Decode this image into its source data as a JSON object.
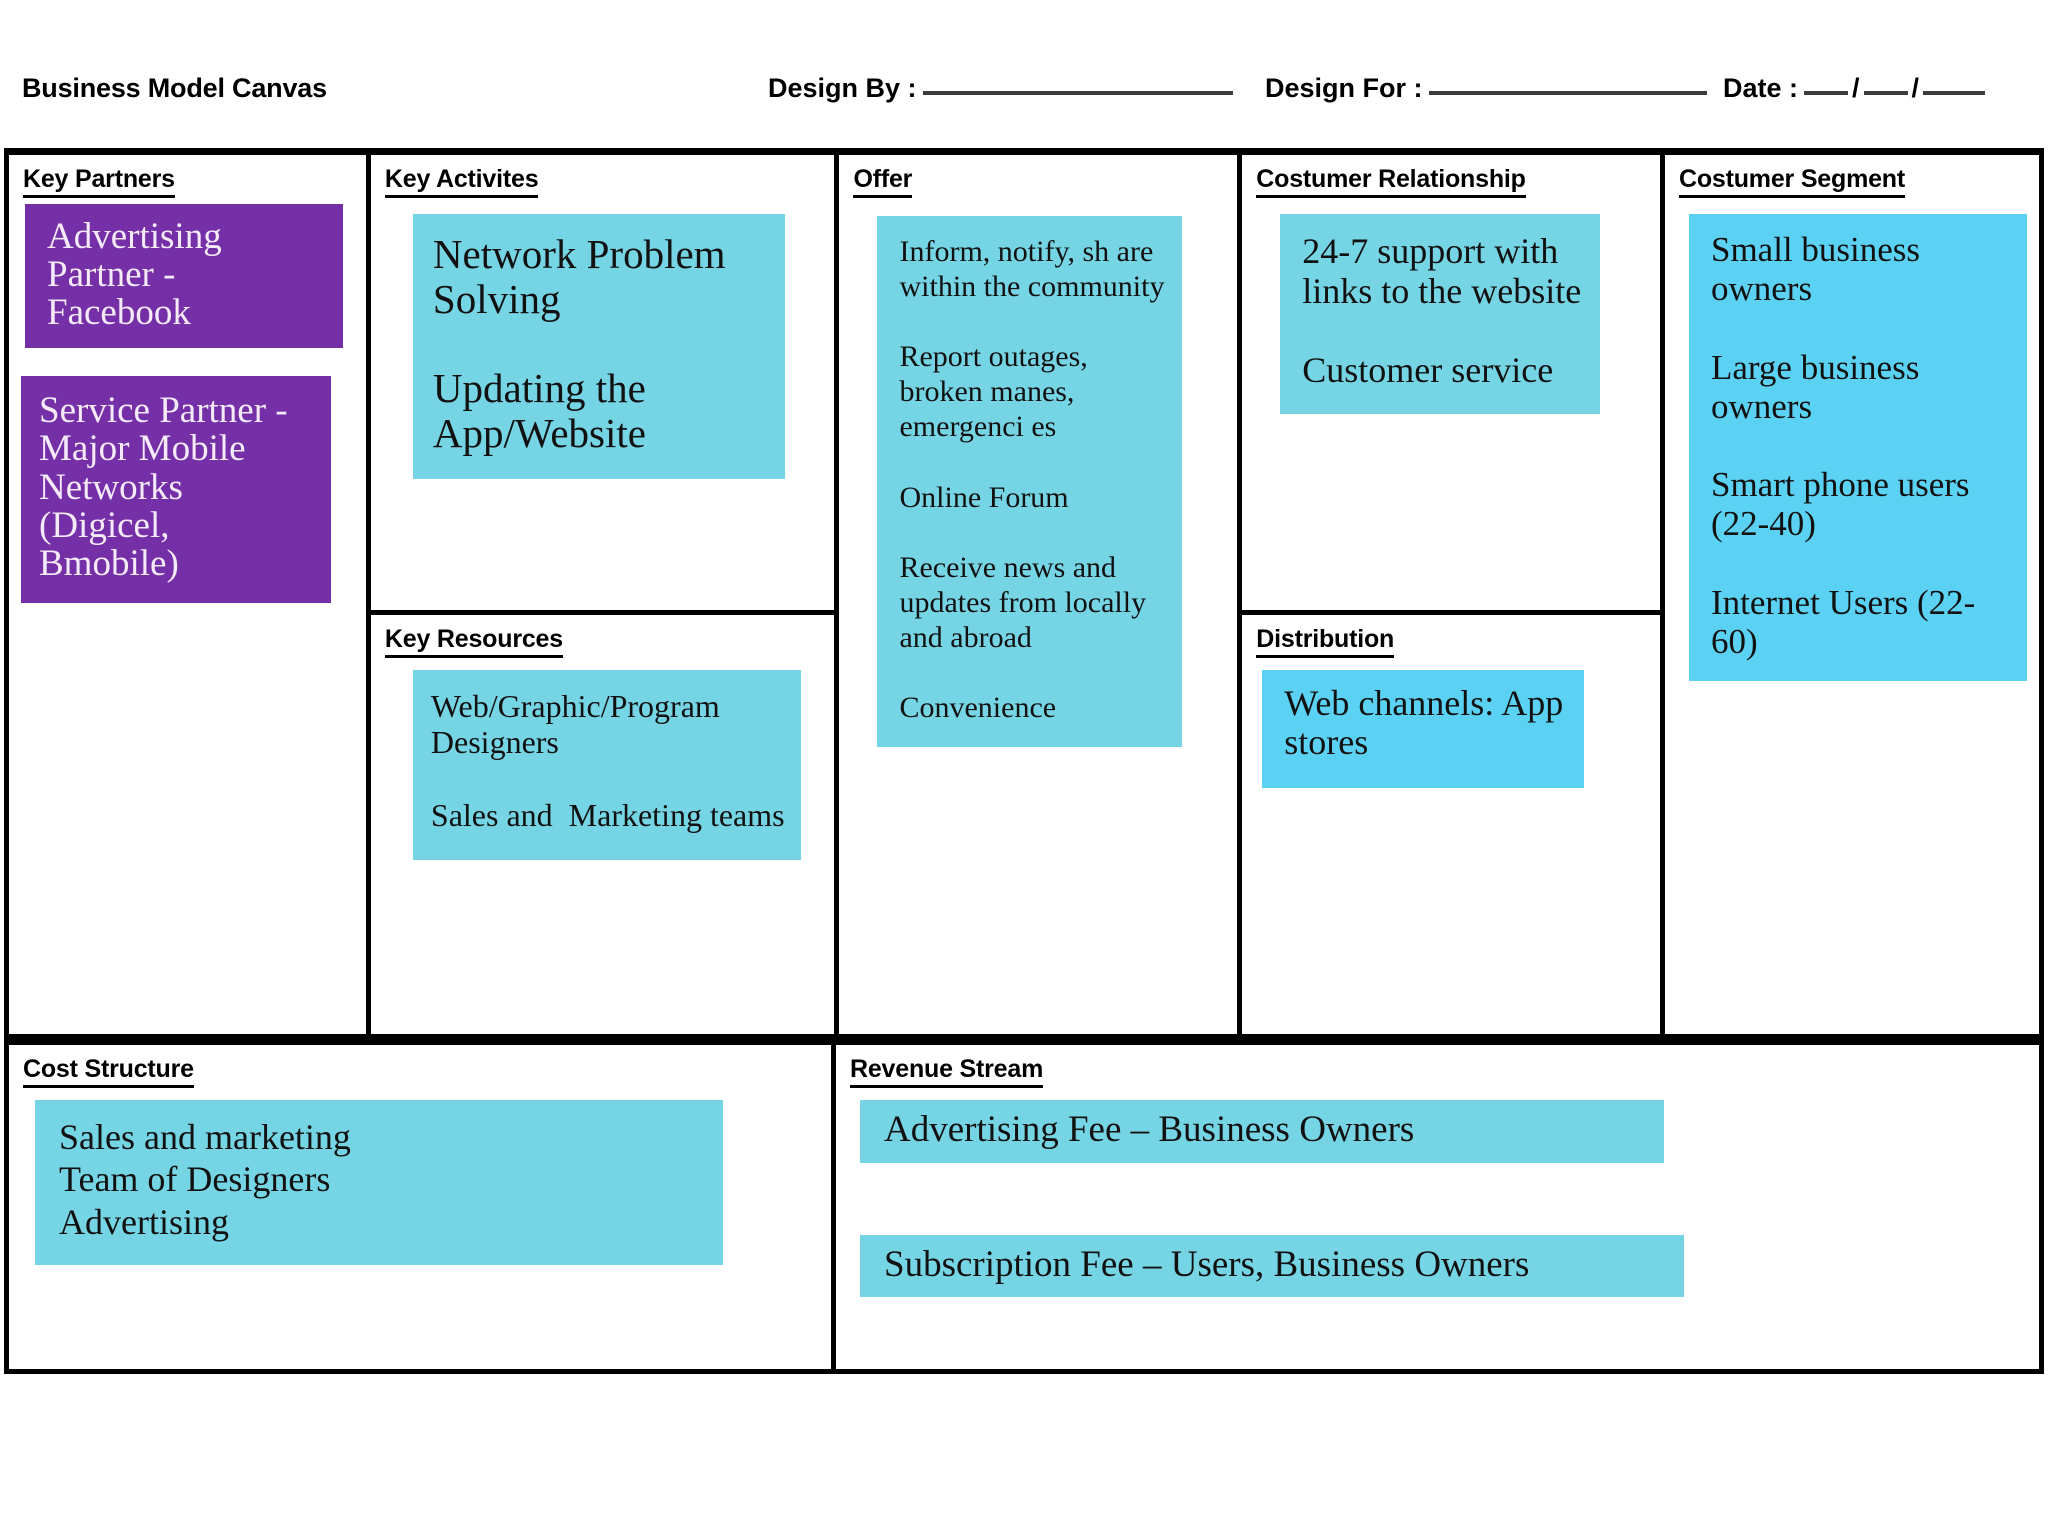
{
  "header": {
    "title": "Business Model Canvas",
    "design_by_label": "Design By :",
    "design_for_label": "Design For :",
    "date_label": "Date :",
    "date_separator": "/"
  },
  "blocks": {
    "key_partners": {
      "title": "Key Partners",
      "notes": [
        {
          "text": "Advertising Partner - Facebook",
          "color": "#7530a8"
        },
        {
          "text": "Service Partner - Major Mobile Networks (Digicel, Bmobile)",
          "color": "#7530a8"
        }
      ]
    },
    "key_activities": {
      "title": "Key Activites",
      "notes": [
        {
          "text": "Network Problem Solving\n\nUpdating the App/Website",
          "color": "#76d5e4"
        }
      ]
    },
    "key_resources": {
      "title": "Key Resources",
      "notes": [
        {
          "text": "Web/Graphic/Program Designers\n\nSales and  Marketing teams",
          "color": "#76d5e4"
        }
      ]
    },
    "offer": {
      "title": "Offer",
      "notes": [
        {
          "text": "Inform, notify, sh are within the community\n\nReport outages, broken manes, emergenci es\n\nOnline Forum\n\nReceive news and updates from locally and abroad\n\nConvenience",
          "color": "#76d5e4"
        }
      ]
    },
    "customer_relationship": {
      "title": "Costumer Relationship",
      "notes": [
        {
          "text": "24-7 support with links to the website\n\nCustomer service",
          "color": "#76d5e4"
        }
      ]
    },
    "distribution": {
      "title": "Distribution",
      "notes": [
        {
          "text": "Web channels: App stores",
          "color": "#5bd2f3"
        }
      ]
    },
    "customer_segment": {
      "title": "Costumer Segment",
      "notes": [
        {
          "text": "Small business owners\n\nLarge business owners\n\nSmart phone users (22-40)\n\nInternet Users (22-60)",
          "color": "#5bd2f3"
        }
      ]
    },
    "cost_structure": {
      "title": "Cost Structure",
      "notes": [
        {
          "text": "Sales and marketing\nTeam of Designers\nAdvertising",
          "color": "#76d5e4"
        }
      ]
    },
    "revenue_stream": {
      "title": "Revenue Stream",
      "notes": [
        {
          "text": "Advertising Fee – Business Owners",
          "color": "#76d5e4"
        },
        {
          "text": "Subscription Fee – Users, Business Owners",
          "color": "#76d5e4"
        }
      ]
    }
  }
}
